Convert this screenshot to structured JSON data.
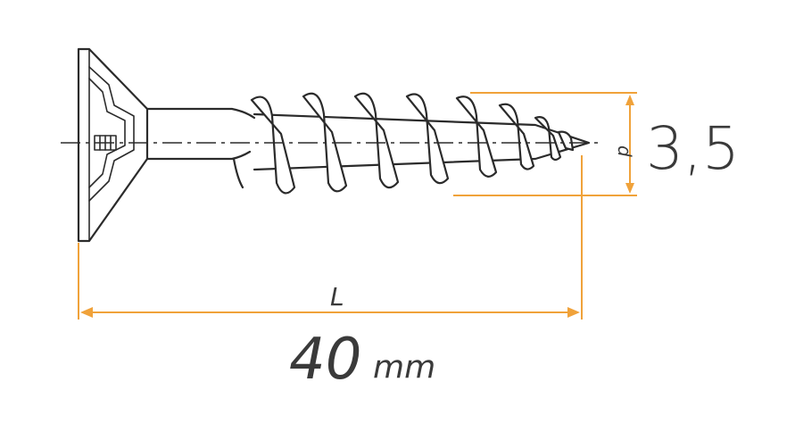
{
  "labels": {
    "length_symbol": "L",
    "diameter_symbol": "d",
    "diameter_value": "3,5",
    "length_value": "40",
    "length_unit": "mm"
  },
  "colors": {
    "dimension_lines": "#f0a23a",
    "drawing": "#2b2b2b"
  }
}
